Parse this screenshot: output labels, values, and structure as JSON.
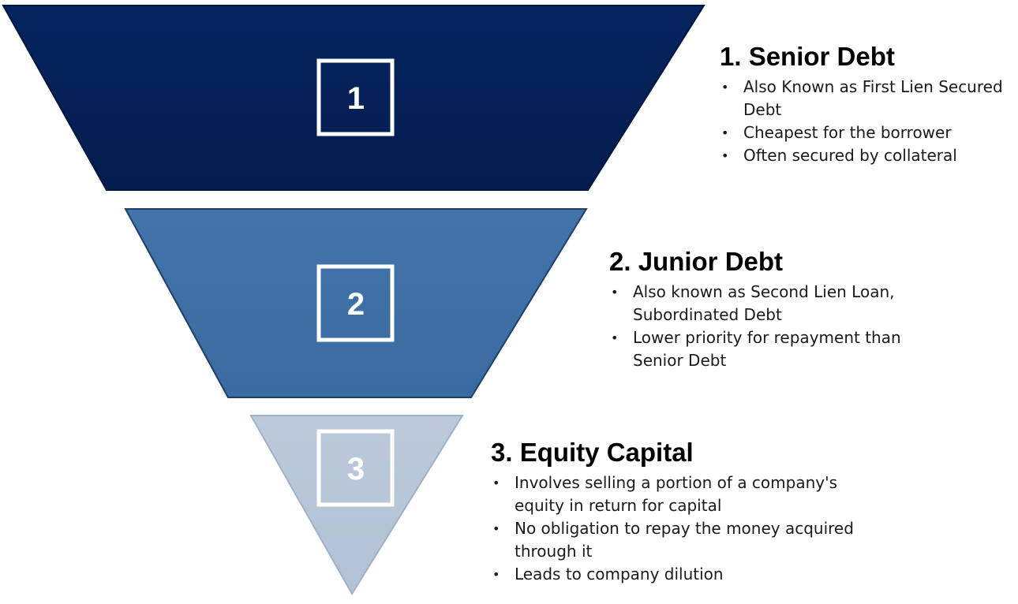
{
  "colors": {
    "tier1": "#042158",
    "tier2": "#3d6ea5",
    "tier3": "#b8c6d8",
    "box_border": "#ffffff",
    "text": "#111111"
  },
  "tiers": [
    {
      "number": "1",
      "title": "1. Senior Debt",
      "bullets": [
        "Also Known as First Lien Secured Debt",
        "Cheapest for the borrower",
        "Often secured by collateral"
      ]
    },
    {
      "number": "2",
      "title": "2. Junior Debt",
      "bullets": [
        "Also known as Second Lien Loan, Subordinated Debt",
        "Lower priority for repayment than Senior Debt"
      ]
    },
    {
      "number": "3",
      "title": "3. Equity Capital",
      "bullets": [
        "Involves selling a portion of a company's equity in return for capital",
        "No obligation to repay the money acquired through it",
        "Leads to company dilution"
      ]
    }
  ]
}
